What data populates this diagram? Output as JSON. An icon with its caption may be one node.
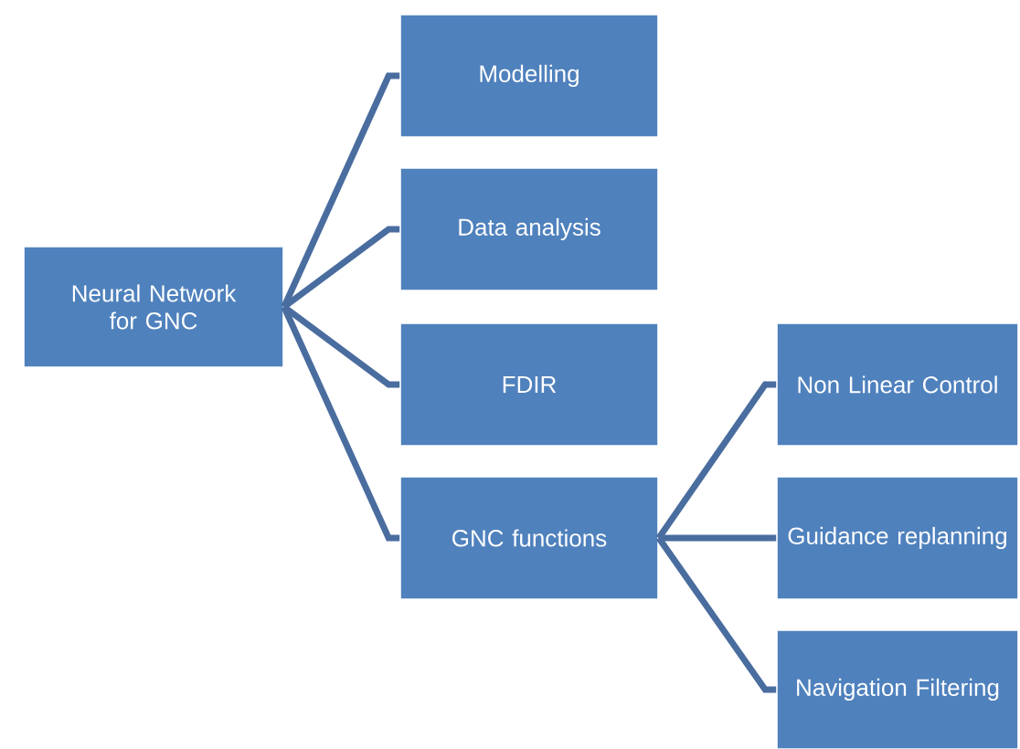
{
  "diagram": {
    "nodes": [
      {
        "text": [
          "Neural Network for GNC"
        ]
      },
      {
        "text": [
          "Modelling"
        ]
      },
      {
        "text": [
          "Data analysis"
        ]
      },
      {
        "text": [
          "FDIR"
        ]
      },
      {
        "text": [
          "GNC functions"
        ]
      },
      {
        "text": [
          "Non Linear Control"
        ]
      },
      {
        "text": [
          "Guidance replanning"
        ]
      },
      {
        "text": [
          "Navigation Filtering"
        ]
      }
    ],
    "edges": [
      {
        "from": 0,
        "to": 1,
        "arrow": "none"
      },
      {
        "from": 0,
        "to": 2,
        "arrow": "none"
      },
      {
        "from": 0,
        "to": 3,
        "arrow": "none"
      },
      {
        "from": 0,
        "to": 4,
        "arrow": "none"
      },
      {
        "from": 4,
        "to": 5,
        "arrow": "none"
      },
      {
        "from": 4,
        "to": 6,
        "arrow": "none"
      },
      {
        "from": 4,
        "to": 7,
        "arrow": "none"
      }
    ]
  }
}
